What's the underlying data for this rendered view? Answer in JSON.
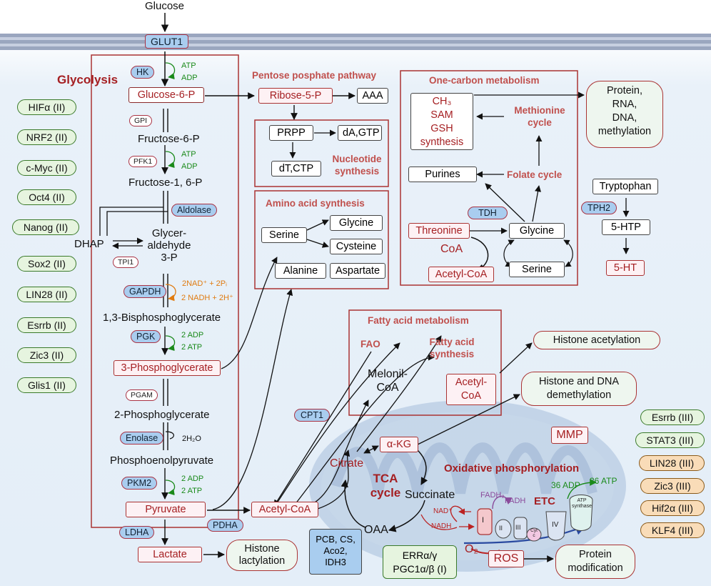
{
  "glucose": "Glucose",
  "glut1": "GLUT1",
  "glycolysis": {
    "title": "Glycolysis",
    "hk": "HK",
    "atp1": "ATP",
    "adp1": "ADP",
    "g6p": "Glucose-6-P",
    "gpi": "GPI",
    "f6p": "Fructose-6-P",
    "pfk1": "PFK1",
    "atp2": "ATP",
    "adp2": "ADP",
    "f16p": "Fructose-1, 6-P",
    "aldolase": "Aldolase",
    "dhap": "DHAP",
    "g3p": "Glycer-\naldehyde\n3-P",
    "tpi1": "TPI1",
    "gapdh": "GAPDH",
    "nad": "2NAD⁺ + 2Pᵢ",
    "nadh": "2 NADH + 2H⁺",
    "bpg": "1,3-Bisphosphoglycerate",
    "pgk": "PGK",
    "adp3": "2 ADP",
    "atp3": "2 ATP",
    "pg3": "3-Phosphoglycerate",
    "pgam": "PGAM",
    "pg2": "2-Phosphoglycerate",
    "enolase": "Enolase",
    "h2o": "2H₂O",
    "pep": "Phosphoenolpyruvate",
    "pkm2": "PKM2",
    "adp4": "2 ADP",
    "atp4": "2 ATP",
    "pyruvate": "Pyruvate",
    "ldha": "LDHA",
    "lactate": "Lactate",
    "pdha": "PDHA"
  },
  "tf_left": [
    "HIFα (II)",
    "NRF2 (II)",
    "c-Myc (II)",
    "Oct4 (II)",
    "Nanog (II)",
    "Sox2 (II)",
    "LIN28 (II)",
    "Esrrb (II)",
    "Zic3 (II)",
    "Glis1 (II)"
  ],
  "ppp": {
    "title": "Pentose posphate pathway",
    "r5p": "Ribose-5-P",
    "aaa": "AAA",
    "prpp": "PRPP",
    "dagtp": "dA,GTP",
    "dtctp": "dT,CTP",
    "nuc_title": "Nucleotide\nsynthesis"
  },
  "aa": {
    "title": "Amino acid synthesis",
    "serine": "Serine",
    "glycine": "Glycine",
    "cysteine": "Cysteine",
    "alanine": "Alanine",
    "aspartate": "Aspartate"
  },
  "onecarbon": {
    "title": "One-carbon metabolism",
    "ch3": "CH₃\nSAM\nGSH\nsynthesis",
    "methionine": "Methionine\ncycle",
    "purines": "Purines",
    "folate": "Folate cycle",
    "tdh": "TDH",
    "threonine": "Threonine",
    "coa": "CoA",
    "glycine": "Glycine",
    "serine": "Serine",
    "acetylcoa": "Acetyl-CoA"
  },
  "protein_rna": "Protein,\nRNA,\nDNA,\nmethylation",
  "trp": {
    "tryptophan": "Tryptophan",
    "tph2": "TPH2",
    "htp": "5-HTP",
    "ht": "5-HT"
  },
  "fatty": {
    "title": "Fatty acid metabolism",
    "fao": "FAO",
    "fas": "Fatty acid\nsynthesis",
    "malonyl": "Melonil-\nCoA",
    "acetylcoa": "Acetyl-\nCoA"
  },
  "histone_acetylation": "Histone acetylation",
  "histone_dna": "Histone and DNA\ndemethylation",
  "cpt1": "CPT1",
  "tca": {
    "akg": "α-KG",
    "citrate": "Citrate",
    "title": "TCA\ncycle",
    "succinate": "Succinate",
    "oaa": "OAA",
    "acetylcoa": "Acetyl-CoA",
    "enzymes": "PCB, CS,\nAco2,\nIDH3"
  },
  "mmp": "MMP",
  "oxphos": {
    "title": "Oxidative phosphorylation",
    "fadh2": "FADH₂",
    "fadh": "FADH",
    "etc": "ETC",
    "adp": "36 ADP",
    "atp": "36 ATP",
    "synthase": "ATP\nsynthase",
    "nad": "NAD⁺",
    "nadh": "NADH",
    "c1": "I",
    "c2": "II",
    "c3": "III",
    "cytc": "Cyt\nc",
    "c4": "IV",
    "o2": "O₂"
  },
  "err": "ERRα/γ\nPGC1α/β (I)",
  "ros": "ROS",
  "protein_mod": "Protein\nmodification",
  "histone_lact": "Histone\nlactylation",
  "tf_right": [
    {
      "label": "Esrrb (III)",
      "color": "#e6f4df"
    },
    {
      "label": "STAT3 (III)",
      "color": "#e6f4df"
    },
    {
      "label": "LIN28 (III)",
      "color": "#f9dcb8"
    },
    {
      "label": "Zic3 (III)",
      "color": "#f9dcb8"
    },
    {
      "label": "Hif2α (III)",
      "color": "#f9dcb8"
    },
    {
      "label": "KLF4 (III)",
      "color": "#f9dcb8"
    }
  ]
}
